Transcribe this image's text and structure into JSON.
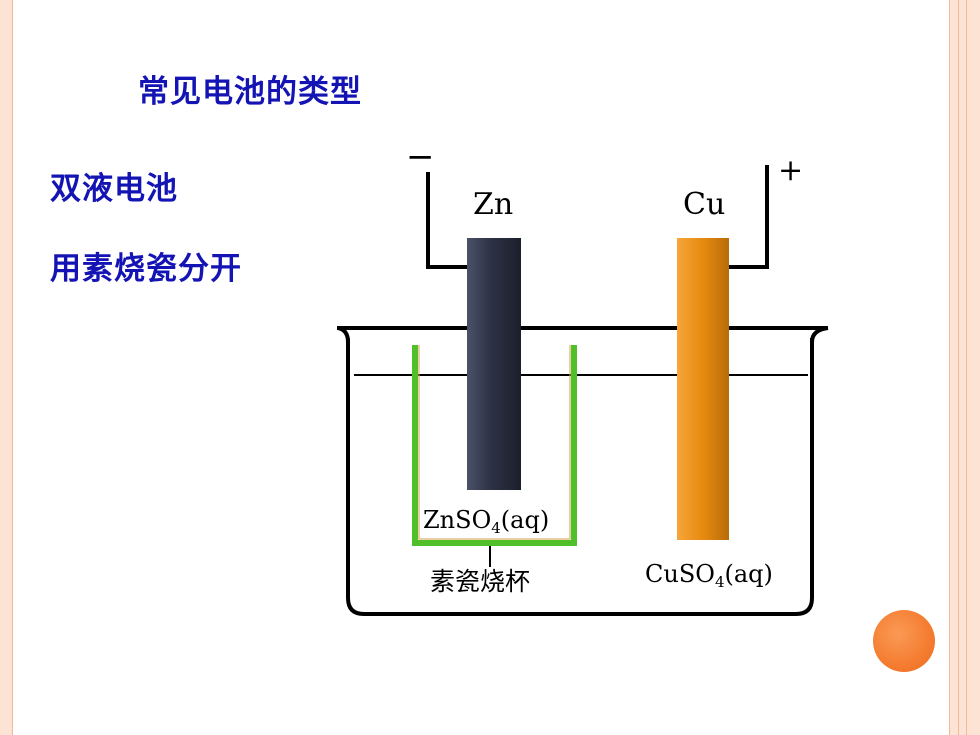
{
  "slide": {
    "title": "常见电池的类型",
    "text_line1": "双液电池",
    "text_line2": "用素烧瓷分开"
  },
  "diagram": {
    "negative_sign": "−",
    "positive_sign": "+",
    "zn_label": "Zn",
    "cu_label": "Cu",
    "inner_solution": {
      "main": "ZnSO",
      "sub": "4",
      "tail": "(aq)"
    },
    "outer_solution": {
      "main": "CuSO",
      "sub": "4",
      "tail": "(aq)"
    },
    "porous_cup_label": "素瓷烧杯"
  },
  "colors": {
    "title_blue": "#1414b4",
    "zinc_electrode": "#2c3244",
    "copper_electrode": "#e68a10",
    "porous_cup_green": "#4fbf2a",
    "accent_orange": "#f47c30",
    "frame_peach": "#fde3d4"
  }
}
